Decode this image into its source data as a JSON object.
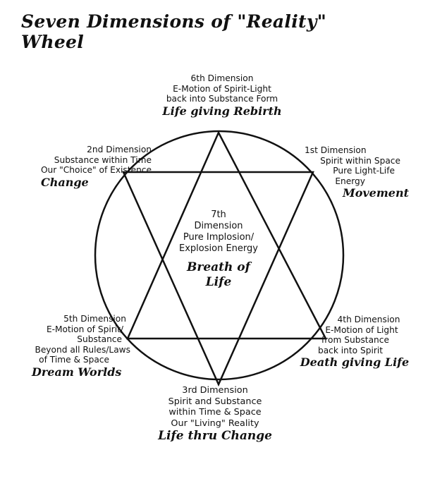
{
  "title": "Seven Dimensions of \"Reality\" Wheel",
  "dimensions": {
    "d6": {
      "lines": [
        "6th Dimension",
        "E-Motion of Spirit-Light",
        "back into Substance Form"
      ],
      "key": "Life giving Rebirth"
    },
    "d2": {
      "lines": [
        "2nd Dimension",
        "Substance within Time",
        "Our \"Choice\" of Existence"
      ],
      "key": "Change"
    },
    "d1": {
      "lines": [
        "1st Dimension",
        "Spirit within Space",
        "Pure Light-Life",
        "Energy"
      ],
      "key": "Movement"
    },
    "d7": {
      "lines": [
        "7th",
        "Dimension",
        "Pure Implosion/",
        "Explosion Energy"
      ],
      "key": [
        "Breath of",
        "Life"
      ]
    },
    "d5": {
      "lines": [
        "5th Dimension",
        "E-Motion of Spirit/",
        "Substance",
        "Beyond all Rules/Laws",
        "of Time & Space"
      ],
      "key": "Dream Worlds"
    },
    "d4": {
      "lines": [
        "4th Dimension",
        "E-Motion of Light",
        "from Substance",
        "back into Spirit"
      ],
      "key": "Death giving Life"
    },
    "d3": {
      "lines": [
        "3rd Dimension",
        "Spirit and Substance",
        "within Time & Space",
        "Our \"Living\" Reality"
      ],
      "key": "Life thru Change"
    }
  }
}
